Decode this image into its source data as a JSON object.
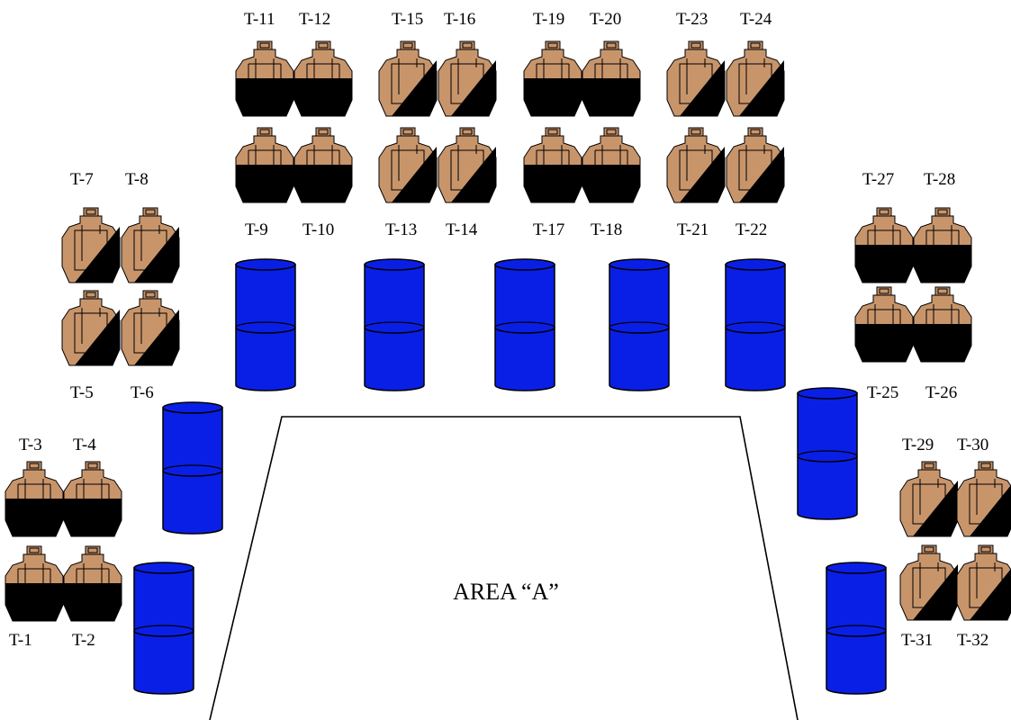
{
  "area_label": "AREA “A”",
  "colors": {
    "target_fill": "#c8956b",
    "target_dark": "#000000",
    "barrel_fill": "#0a1fe6",
    "barrel_stroke": "#000000",
    "area_line": "#000000"
  },
  "icons": {
    "target": "silhouette-target-icon",
    "barrel": "barrel-icon"
  },
  "targets": [
    {
      "id": "t1",
      "label": "T-1",
      "style": "bottom-dark"
    },
    {
      "id": "t2",
      "label": "T-2",
      "style": "bottom-dark"
    },
    {
      "id": "t3",
      "label": "T-3",
      "style": "bottom-dark"
    },
    {
      "id": "t4",
      "label": "T-4",
      "style": "bottom-dark"
    },
    {
      "id": "t5",
      "label": "T-5",
      "style": "diagonal"
    },
    {
      "id": "t6",
      "label": "T-6",
      "style": "diagonal"
    },
    {
      "id": "t7",
      "label": "T-7",
      "style": "diagonal"
    },
    {
      "id": "t8",
      "label": "T-8",
      "style": "diagonal"
    },
    {
      "id": "t9",
      "label": "T-9",
      "style": "bottom-dark"
    },
    {
      "id": "t10",
      "label": "T-10",
      "style": "bottom-dark"
    },
    {
      "id": "t11",
      "label": "T-11",
      "style": "bottom-dark"
    },
    {
      "id": "t12",
      "label": "T-12",
      "style": "bottom-dark"
    },
    {
      "id": "t13",
      "label": "T-13",
      "style": "diagonal"
    },
    {
      "id": "t14",
      "label": "T-14",
      "style": "diagonal"
    },
    {
      "id": "t15",
      "label": "T-15",
      "style": "diagonal"
    },
    {
      "id": "t16",
      "label": "T-16",
      "style": "diagonal"
    },
    {
      "id": "t17",
      "label": "T-17",
      "style": "bottom-dark"
    },
    {
      "id": "t18",
      "label": "T-18",
      "style": "bottom-dark"
    },
    {
      "id": "t19",
      "label": "T-19",
      "style": "bottom-dark"
    },
    {
      "id": "t20",
      "label": "T-20",
      "style": "bottom-dark"
    },
    {
      "id": "t21",
      "label": "T-21",
      "style": "diagonal"
    },
    {
      "id": "t22",
      "label": "T-22",
      "style": "diagonal"
    },
    {
      "id": "t23",
      "label": "T-23",
      "style": "diagonal"
    },
    {
      "id": "t24",
      "label": "T-24",
      "style": "diagonal"
    },
    {
      "id": "t25",
      "label": "T-25",
      "style": "bottom-dark"
    },
    {
      "id": "t26",
      "label": "T-26",
      "style": "bottom-dark"
    },
    {
      "id": "t27",
      "label": "T-27",
      "style": "bottom-dark"
    },
    {
      "id": "t28",
      "label": "T-28",
      "style": "bottom-dark"
    },
    {
      "id": "t29",
      "label": "T-29",
      "style": "diagonal"
    },
    {
      "id": "t30",
      "label": "T-30",
      "style": "diagonal"
    },
    {
      "id": "t31",
      "label": "T-31",
      "style": "diagonal"
    },
    {
      "id": "t32",
      "label": "T-32",
      "style": "diagonal"
    }
  ]
}
